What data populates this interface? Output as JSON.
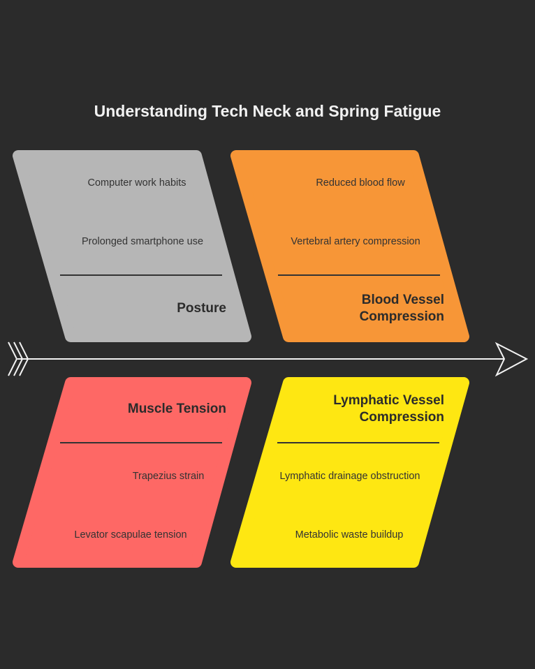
{
  "title": "Understanding Tech Neck and Spring Fatigue",
  "categories": [
    {
      "name": "Posture",
      "color": "#b6b6b6",
      "causes": [
        "Computer work habits",
        "Prolonged smartphone use"
      ]
    },
    {
      "name_lines": [
        "Blood Vessel",
        "Compression"
      ],
      "color": "#f79637",
      "causes": [
        "Reduced blood flow",
        "Vertebral artery compression"
      ]
    },
    {
      "name": "Muscle Tension",
      "color": "#fe6865",
      "causes": [
        "Trapezius strain",
        "Levator scapulae tension"
      ]
    },
    {
      "name_lines": [
        "Lymphatic Vessel",
        "Compression"
      ],
      "color": "#fee712",
      "causes": [
        "Lymphatic drainage obstruction",
        "Metabolic waste buildup"
      ]
    }
  ]
}
